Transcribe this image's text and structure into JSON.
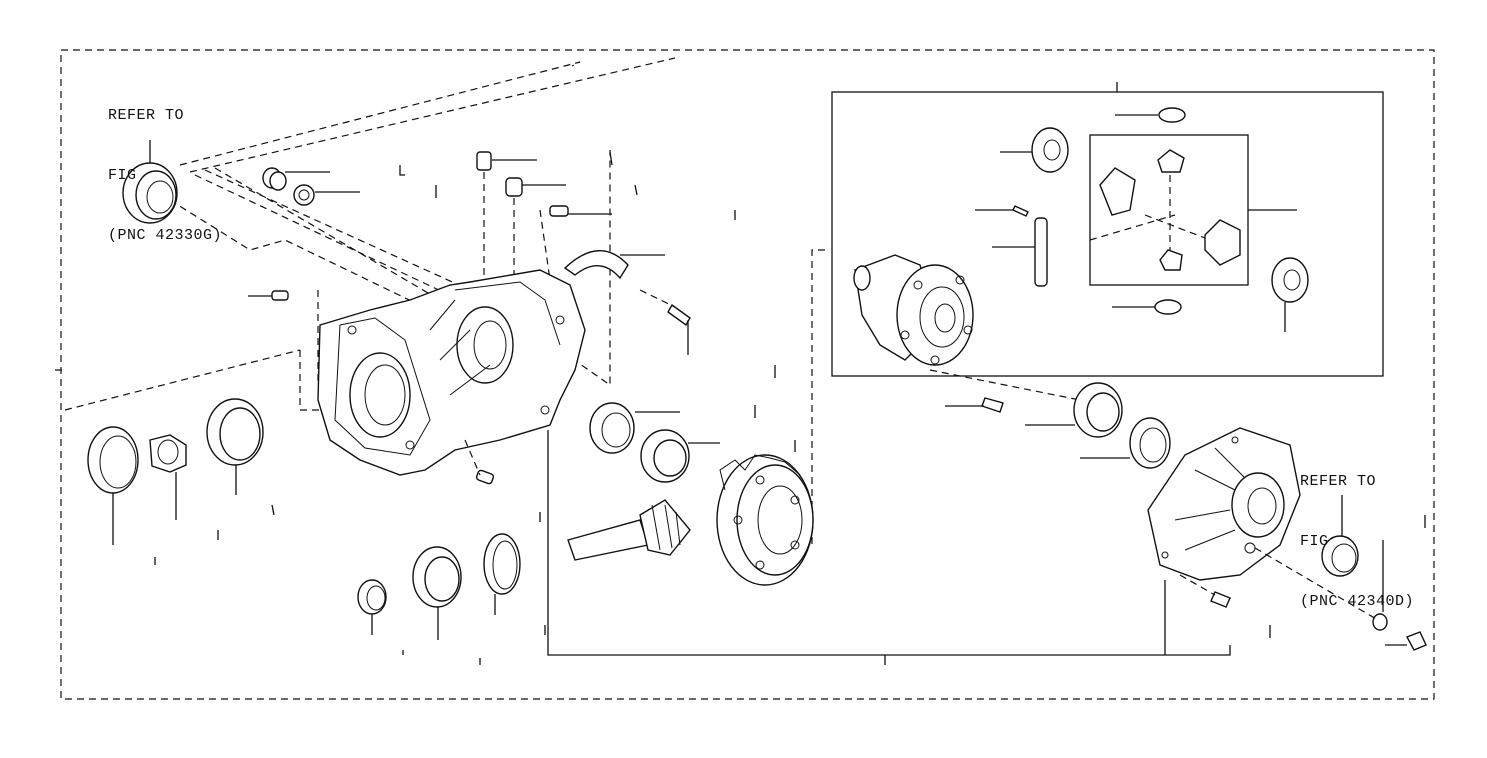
{
  "diagram": {
    "refer_left": {
      "line1": "REFER TO",
      "line2": "FIG",
      "line3": "(PNC 42330G)"
    },
    "refer_right": {
      "line1": "REFER TO",
      "line2": "FIG",
      "line3": "(PNC 42340D)"
    }
  },
  "colors": {
    "line": "#111111",
    "background": "#ffffff"
  },
  "icons": [
    "differential-carrier-housing",
    "bearing",
    "oil-seal",
    "companion-flange-nut",
    "drive-pinion",
    "ring-gear",
    "differential-case",
    "side-gear",
    "pinion-gear",
    "pinion-shaft",
    "thrust-washer",
    "rear-cover",
    "bolt",
    "plug",
    "gasket"
  ]
}
